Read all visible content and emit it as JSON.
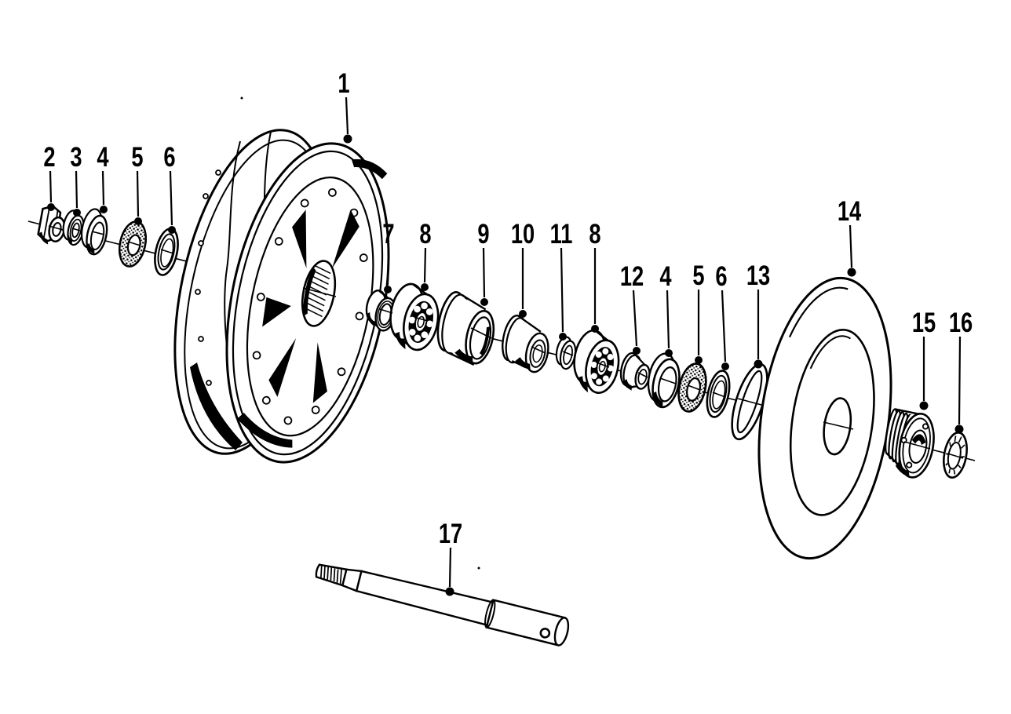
{
  "figure": {
    "background": "#ffffff",
    "ink": "#000000"
  },
  "callouts": [
    {
      "label": "1"
    },
    {
      "label": "2"
    },
    {
      "label": "3"
    },
    {
      "label": "4"
    },
    {
      "label": "5"
    },
    {
      "label": "6"
    },
    {
      "label": "7"
    },
    {
      "label": "8"
    },
    {
      "label": "9"
    },
    {
      "label": "10"
    },
    {
      "label": "11"
    },
    {
      "label": "8"
    },
    {
      "label": "12"
    },
    {
      "label": "4"
    },
    {
      "label": "5"
    },
    {
      "label": "6"
    },
    {
      "label": "13"
    },
    {
      "label": "14"
    },
    {
      "label": "15"
    },
    {
      "label": "16"
    },
    {
      "label": "17"
    }
  ]
}
